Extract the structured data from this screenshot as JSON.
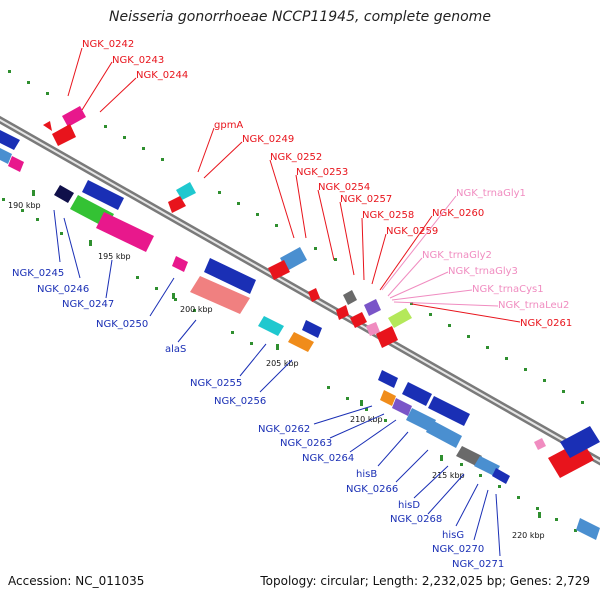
{
  "title": "Neisseria gonorrhoeae NCCP11945, complete genome",
  "footer": {
    "accession": "Accession: NC_011035",
    "summary": "Topology: circular; Length: 2,232,025 bp; Genes: 2,729"
  },
  "colors": {
    "forward_label": "#e8141c",
    "reverse_label": "#1a2fb5",
    "trna_label": "#f08cc0",
    "backbone": "#8a8a8a",
    "tick": "#2f8f2f"
  },
  "scale_labels": [
    "190 kbp",
    "195 kbp",
    "200 kbp",
    "205 kbp",
    "210 kbp",
    "215 kbp",
    "220 kbp"
  ],
  "forward_labels": [
    "NGK_0242",
    "NGK_0243",
    "NGK_0244",
    "gpmA",
    "NGK_0249",
    "NGK_0252",
    "NGK_0253",
    "NGK_0254",
    "NGK_0257",
    "NGK_0258",
    "NGK_0259",
    "NGK_0260",
    "NGK_0261"
  ],
  "trna_labels": [
    "NGK_trnaGly1",
    "NGK_trnaGly2",
    "NGK_trnaGly3",
    "NGK_trnaCys1",
    "NGK_trnaLeu2"
  ],
  "reverse_labels": [
    "NGK_0245",
    "NGK_0246",
    "NGK_0247",
    "NGK_0250",
    "alaS",
    "NGK_0255",
    "NGK_0256",
    "NGK_0262",
    "NGK_0263",
    "NGK_0264",
    "hisB",
    "NGK_0266",
    "hisD",
    "NGK_0268",
    "hisG",
    "NGK_0270",
    "NGK_0271"
  ]
}
